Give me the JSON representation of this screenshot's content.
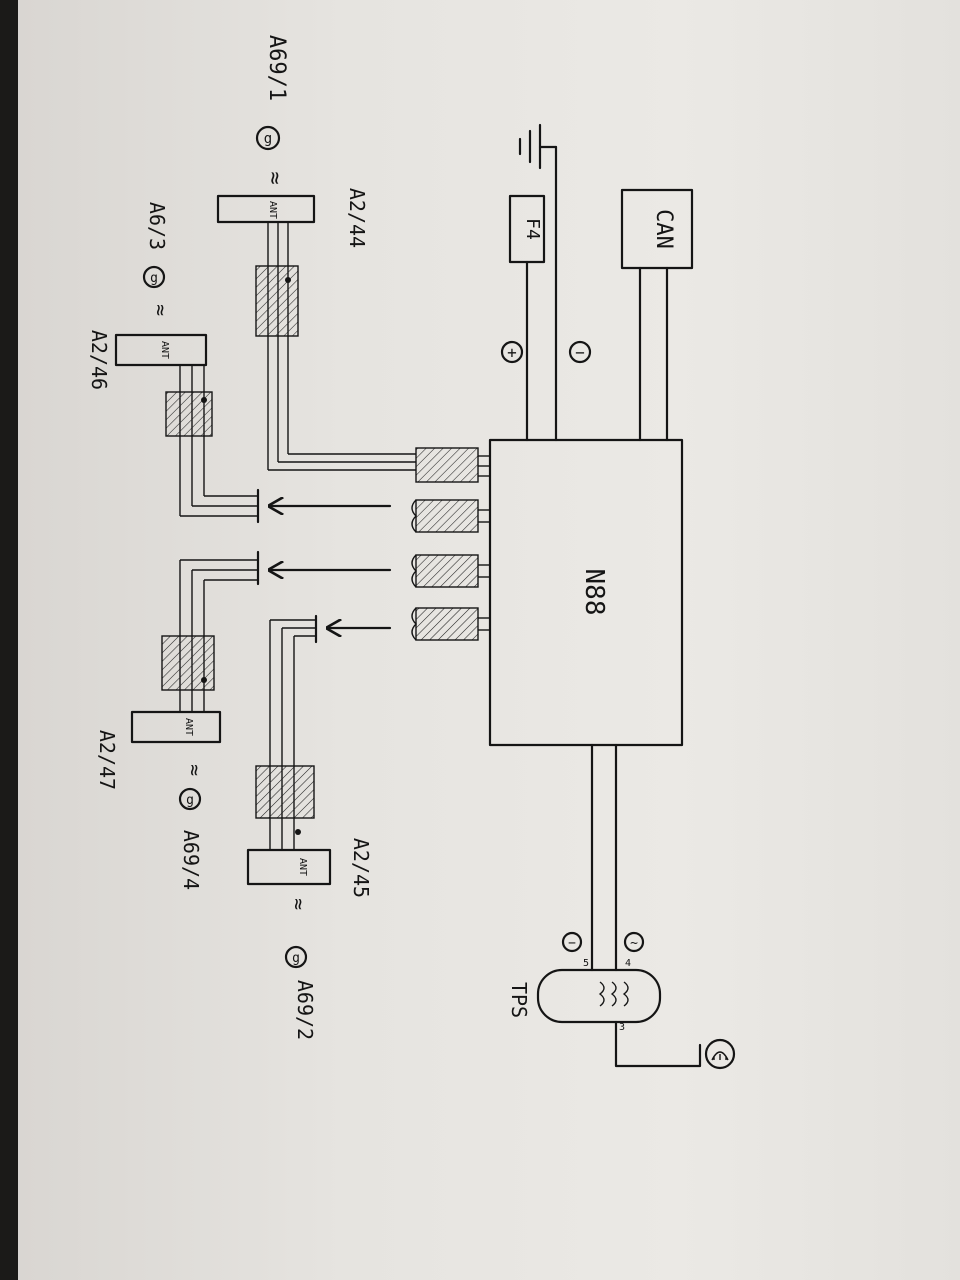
{
  "labels": {
    "can": "CAN",
    "fuse": "F4",
    "plus": "+",
    "minus": "−",
    "module": "N88",
    "tps": "TPS",
    "a2_44": "A2/44",
    "a2_45": "A2/45",
    "a2_46": "A2/46",
    "a2_47": "A2/47",
    "a69_1": "A69/1",
    "a69_2": "A69/2",
    "a69_4": "A69/4",
    "a6_3": "A6/3",
    "ant": "ANT",
    "wave": "≈",
    "g": "g",
    "tps_minus": "−",
    "tps_wave": "~",
    "pin5": "5",
    "pin4": "4",
    "pin3": "3"
  }
}
